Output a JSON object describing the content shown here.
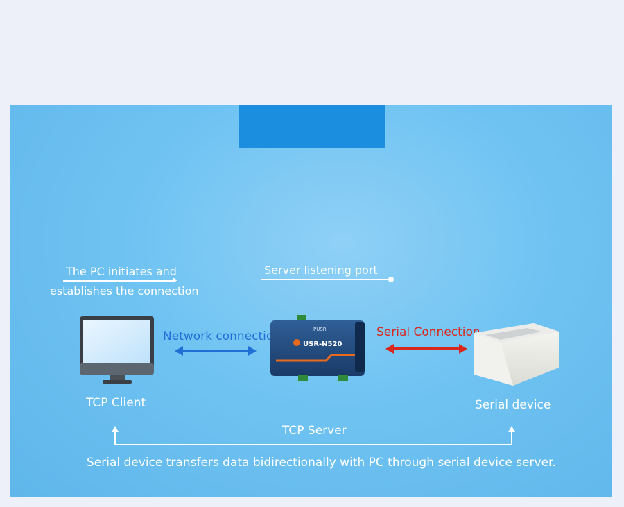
{
  "annotations": {
    "pc_initiates_line1": "The PC initiates and",
    "pc_initiates_line2": "establishes the connection",
    "server_listening": "Server listening port"
  },
  "links": {
    "network": "Network connection",
    "serial": "Serial Connection"
  },
  "nodes": {
    "client": "TCP Client",
    "server": "TCP Server",
    "serial_device": "Serial device"
  },
  "device": {
    "brand": "PUSR",
    "model": "USR-N520"
  },
  "caption": "Serial device transfers data bidirectionally with PC through serial device server.",
  "colors": {
    "network_accent": "#1f6fd6",
    "serial_accent": "#d8281e",
    "panel_blue": "#6fc3f2",
    "tab_blue": "#1c8ee0"
  }
}
